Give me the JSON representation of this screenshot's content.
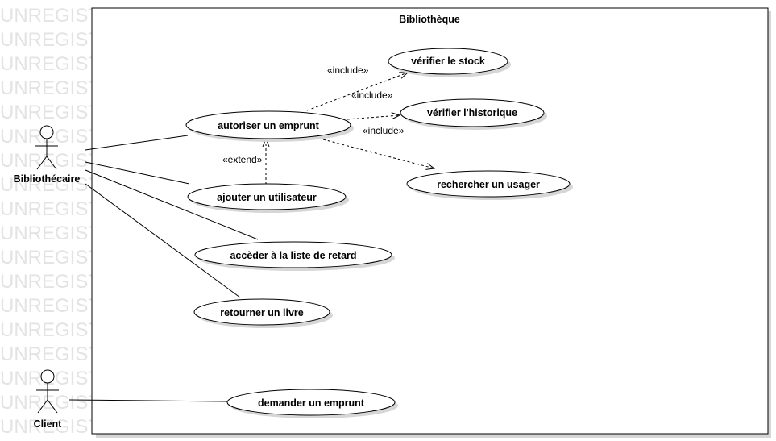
{
  "watermark": "UNREGIST",
  "system": {
    "title": "Bibliothèque"
  },
  "actors": [
    {
      "id": "bibliothecaire",
      "label": "Bibliothécaire"
    },
    {
      "id": "client",
      "label": "Client"
    }
  ],
  "use_cases": [
    {
      "id": "verifier-stock",
      "label": "vérifier le stock"
    },
    {
      "id": "verifier-historique",
      "label": "vérifier l'historique"
    },
    {
      "id": "autoriser-emprunt",
      "label": "autoriser un emprunt"
    },
    {
      "id": "rechercher-usager",
      "label": "rechercher un usager"
    },
    {
      "id": "ajouter-utilisateur",
      "label": "ajouter un utilisateur"
    },
    {
      "id": "acceder-liste-retard",
      "label": "accèder à la liste de retard"
    },
    {
      "id": "retourner-livre",
      "label": "retourner un livre"
    },
    {
      "id": "demander-emprunt",
      "label": "demander un emprunt"
    }
  ],
  "relations": [
    {
      "id": "include-stock",
      "label": "«include»"
    },
    {
      "id": "include-historique",
      "label": "«include»"
    },
    {
      "id": "include-usager",
      "label": "«include»"
    },
    {
      "id": "extend-ajouter",
      "label": "«extend»"
    }
  ],
  "colors": {
    "line": "#000000",
    "shadow": "#d4d4d4",
    "watermark": "#e3e3e3",
    "background": "#ffffff"
  }
}
